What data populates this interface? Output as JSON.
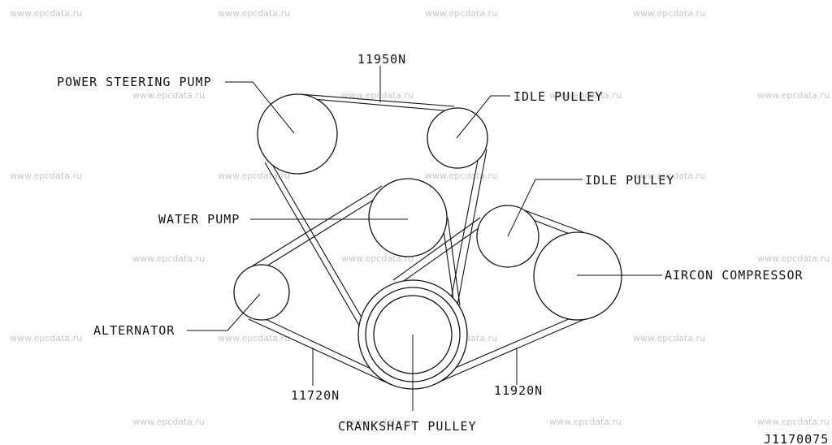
{
  "watermark": "www.epcdata.ru",
  "diagram_id": "J1170075",
  "labels": {
    "power_steering_pump": "POWER STEERING PUMP",
    "idle_pulley_top": "IDLE PULLEY",
    "idle_pulley_mid": "IDLE PULLEY",
    "water_pump": "WATER PUMP",
    "aircon_compressor": "AIRCON COMPRESSOR",
    "alternator": "ALTERNATOR",
    "crankshaft_pulley": "CRANKSHAFT PULLEY"
  },
  "parts": {
    "belt_top": "11950N",
    "belt_left": "11720N",
    "belt_right": "11920N"
  }
}
